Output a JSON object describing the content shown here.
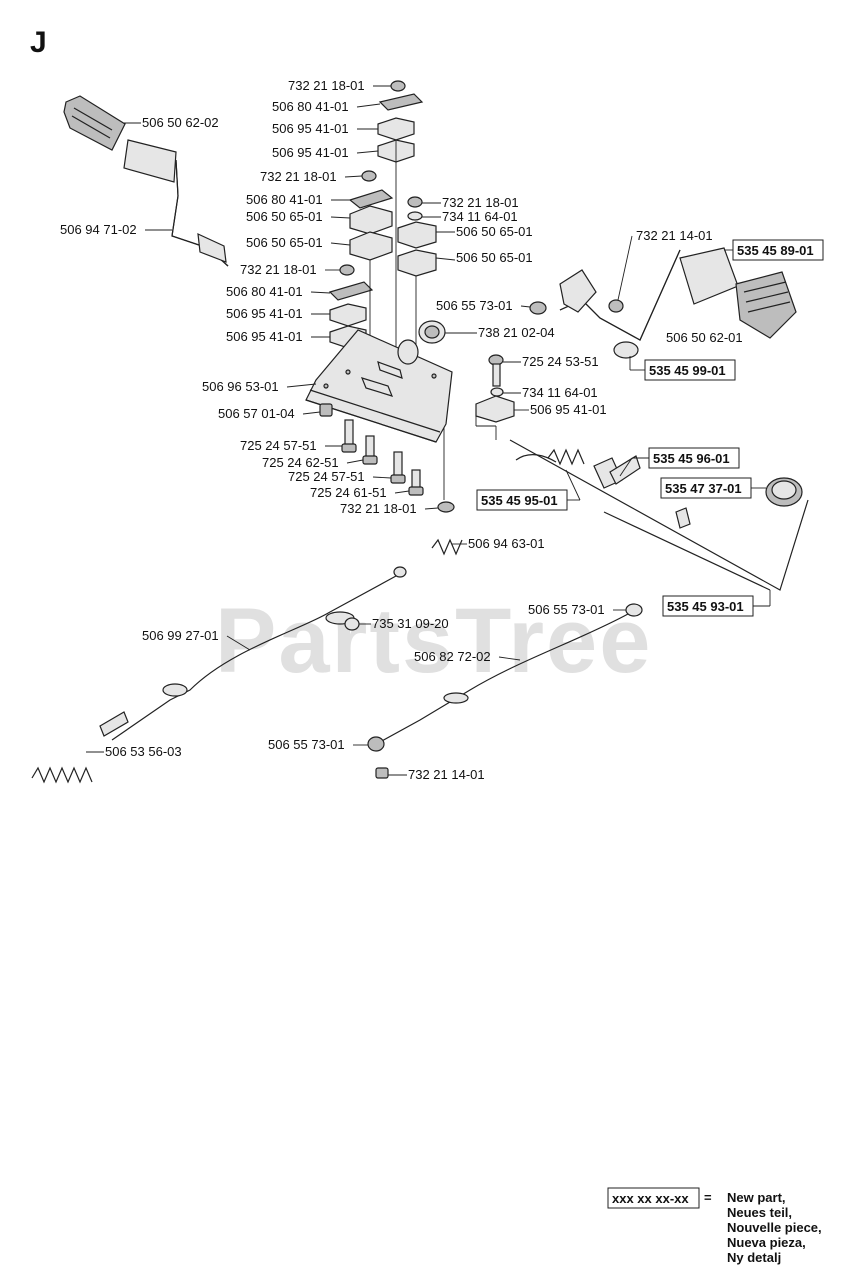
{
  "section_letter": "J",
  "watermark": "PartsTree",
  "labels": [
    {
      "id": "l01",
      "text": "732 21 18-01",
      "new": false
    },
    {
      "id": "l02",
      "text": "506 80 41-01",
      "new": false
    },
    {
      "id": "l03",
      "text": "506 95 41-01",
      "new": false
    },
    {
      "id": "l04",
      "text": "506 95 41-01",
      "new": false
    },
    {
      "id": "l05",
      "text": "732 21 18-01",
      "new": false
    },
    {
      "id": "l06",
      "text": "506 80 41-01",
      "new": false
    },
    {
      "id": "l07",
      "text": "506 50 65-01",
      "new": false
    },
    {
      "id": "l08",
      "text": "506 50 65-01",
      "new": false
    },
    {
      "id": "l09",
      "text": "732 21 18-01",
      "new": false
    },
    {
      "id": "l10",
      "text": "506 80 41-01",
      "new": false
    },
    {
      "id": "l11",
      "text": "506 95 41-01",
      "new": false
    },
    {
      "id": "l12",
      "text": "506 95 41-01",
      "new": false
    },
    {
      "id": "l13",
      "text": "506 50 62-02",
      "new": false
    },
    {
      "id": "l14",
      "text": "506 94 71-02",
      "new": false
    },
    {
      "id": "l15",
      "text": "732 21 18-01",
      "new": false
    },
    {
      "id": "l16",
      "text": "734 11 64-01",
      "new": false
    },
    {
      "id": "l17",
      "text": "506 50 65-01",
      "new": false
    },
    {
      "id": "l18",
      "text": "506 50 65-01",
      "new": false
    },
    {
      "id": "l19",
      "text": "732 21 14-01",
      "new": false
    },
    {
      "id": "l20",
      "text": "535 45 89-01",
      "new": true
    },
    {
      "id": "l21",
      "text": "506 55 73-01",
      "new": false
    },
    {
      "id": "l22",
      "text": "738 21 02-04",
      "new": false
    },
    {
      "id": "l23",
      "text": "506 50 62-01",
      "new": false
    },
    {
      "id": "l24",
      "text": "535 45 99-01",
      "new": true
    },
    {
      "id": "l25",
      "text": "725 24 53-51",
      "new": false
    },
    {
      "id": "l26",
      "text": "506 96 53-01",
      "new": false
    },
    {
      "id": "l27",
      "text": "734 11 64-01",
      "new": false
    },
    {
      "id": "l28",
      "text": "506 95 41-01",
      "new": false
    },
    {
      "id": "l29",
      "text": "506 57 01-04",
      "new": false
    },
    {
      "id": "l30",
      "text": "725 24 57-51",
      "new": false
    },
    {
      "id": "l31",
      "text": "725 24 62-51",
      "new": false
    },
    {
      "id": "l32",
      "text": "725 24 57-51",
      "new": false
    },
    {
      "id": "l33",
      "text": "725 24 61-51",
      "new": false
    },
    {
      "id": "l34",
      "text": "732 21 18-01",
      "new": false
    },
    {
      "id": "l35",
      "text": "535 45 96-01",
      "new": true
    },
    {
      "id": "l36",
      "text": "535 47 37-01",
      "new": true
    },
    {
      "id": "l37",
      "text": "535 45 95-01",
      "new": true
    },
    {
      "id": "l38",
      "text": "506 94 63-01",
      "new": false
    },
    {
      "id": "l39",
      "text": "535 45 93-01",
      "new": true
    },
    {
      "id": "l40",
      "text": "506 55 73-01",
      "new": false
    },
    {
      "id": "l41",
      "text": "506 99 27-01",
      "new": false
    },
    {
      "id": "l42",
      "text": "735 31 09-20",
      "new": false
    },
    {
      "id": "l43",
      "text": "506 82 72-02",
      "new": false
    },
    {
      "id": "l44",
      "text": "506 53 56-03",
      "new": false
    },
    {
      "id": "l45",
      "text": "506 55 73-01",
      "new": false
    },
    {
      "id": "l46",
      "text": "732 21 14-01",
      "new": false
    }
  ],
  "legend": {
    "sample": "xxx xx xx-xx",
    "equals": "=",
    "lines": [
      "New part,",
      "Neues teil,",
      "Nouvelle piece,",
      "Nueva pieza,",
      "Ny detalj"
    ]
  }
}
